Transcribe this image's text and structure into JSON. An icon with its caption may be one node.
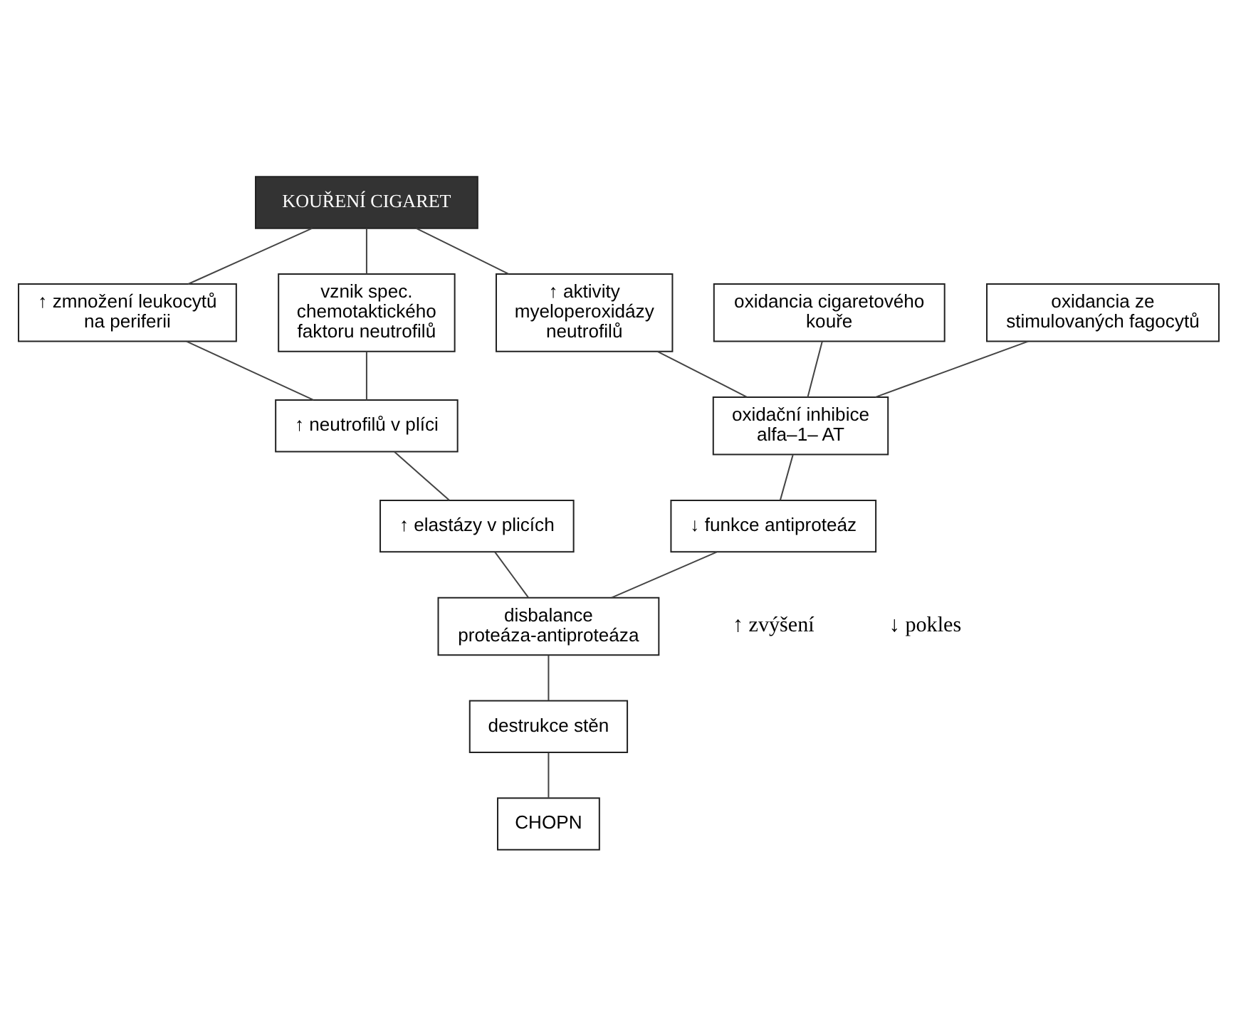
{
  "diagram": {
    "nodes": [
      {
        "text": [
          "KOUŘENÍ CIGARET"
        ]
      },
      {
        "text": [
          "↑ zmnožení leukocytů na periferii"
        ]
      },
      {
        "text": [
          "vznik spec. chemotaktického faktoru neutrofilů"
        ]
      },
      {
        "text": [
          "↑ aktivity myeloperoxidázy neutrofilů"
        ]
      },
      {
        "text": [
          "↑ neutrofilů v plíci"
        ]
      },
      {
        "text": [
          "oxidancia cigaretového kouře"
        ]
      },
      {
        "text": [
          "oxidancia ze stimulovaných fagocytů"
        ]
      },
      {
        "text": [
          "oxidační inhibice alfa–1– AT"
        ]
      },
      {
        "text": [
          "↑ elastázy v plicích"
        ]
      },
      {
        "text": [
          "↓ funkce antiproteáz"
        ]
      },
      {
        "text": [
          "disbalance proteáza-antiproteáza"
        ]
      },
      {
        "text": [
          "destrukce stěn"
        ]
      },
      {
        "text": [
          "CHOPN"
        ]
      }
    ],
    "edges": [
      {
        "from": 0,
        "to": 1,
        "arrow": "none"
      },
      {
        "from": 0,
        "to": 2,
        "arrow": "none"
      },
      {
        "from": 0,
        "to": 3,
        "arrow": "none"
      },
      {
        "from": 1,
        "to": 4,
        "arrow": "none"
      },
      {
        "from": 2,
        "to": 4,
        "arrow": "none"
      },
      {
        "from": 4,
        "to": 8,
        "arrow": "none"
      },
      {
        "from": 3,
        "to": 7,
        "arrow": "none"
      },
      {
        "from": 5,
        "to": 7,
        "arrow": "none"
      },
      {
        "from": 6,
        "to": 7,
        "arrow": "none"
      },
      {
        "from": 7,
        "to": 9,
        "arrow": "none"
      },
      {
        "from": 8,
        "to": 10,
        "arrow": "none"
      },
      {
        "from": 9,
        "to": 10,
        "arrow": "none"
      },
      {
        "from": 10,
        "to": 11,
        "arrow": "none"
      },
      {
        "from": 11,
        "to": 12,
        "arrow": "none"
      }
    ],
    "legend": [
      {
        "text": "↑ zvýšení"
      },
      {
        "text": "↓ pokles"
      }
    ]
  }
}
